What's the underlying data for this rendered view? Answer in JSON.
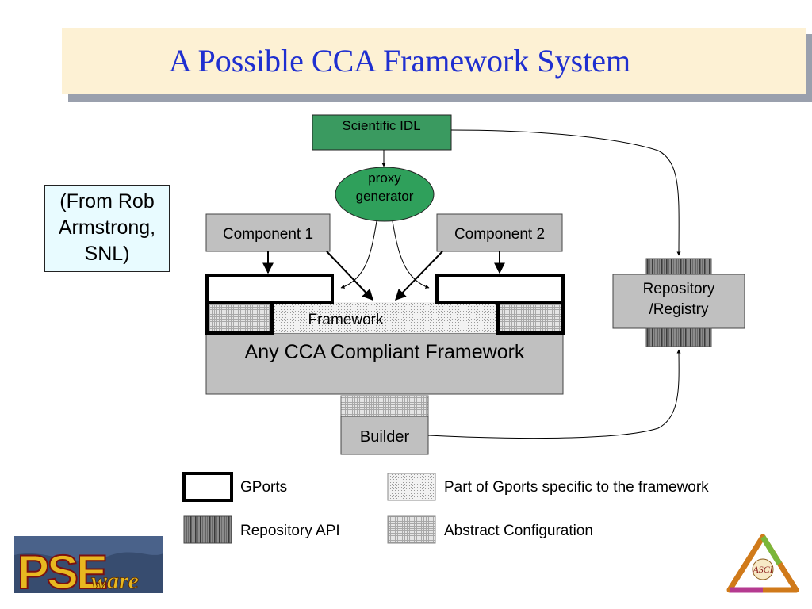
{
  "title": "A Possible CCA Framework System",
  "note": {
    "line1": "(From Rob",
    "line2": "Armstrong,",
    "line3": "SNL)"
  },
  "boxes": {
    "scientific_idl": "Scientific IDL",
    "proxy_line1": "proxy",
    "proxy_line2": "generator",
    "component1": "Component 1",
    "component2": "Component 2",
    "framework": "Framework",
    "any_cca": "Any CCA Compliant Framework",
    "builder": "Builder",
    "repo_line1": "Repository",
    "repo_line2": "/Registry"
  },
  "legend": {
    "gports": "GPorts",
    "repository_api": "Repository API",
    "part_of_gports": "Part of Gports specific to the framework",
    "abstract_config": "Abstract Configuration"
  },
  "logos": {
    "left": "PSE ware",
    "right": "ASCI"
  },
  "colors": {
    "title": "#1f2fd0",
    "title_band": "#fdf1d4",
    "idl_green": "#3a9a60",
    "proxy_green": "#2fa05b",
    "note_bg": "#e8fbff",
    "gray_box": "#c0c0c0"
  }
}
